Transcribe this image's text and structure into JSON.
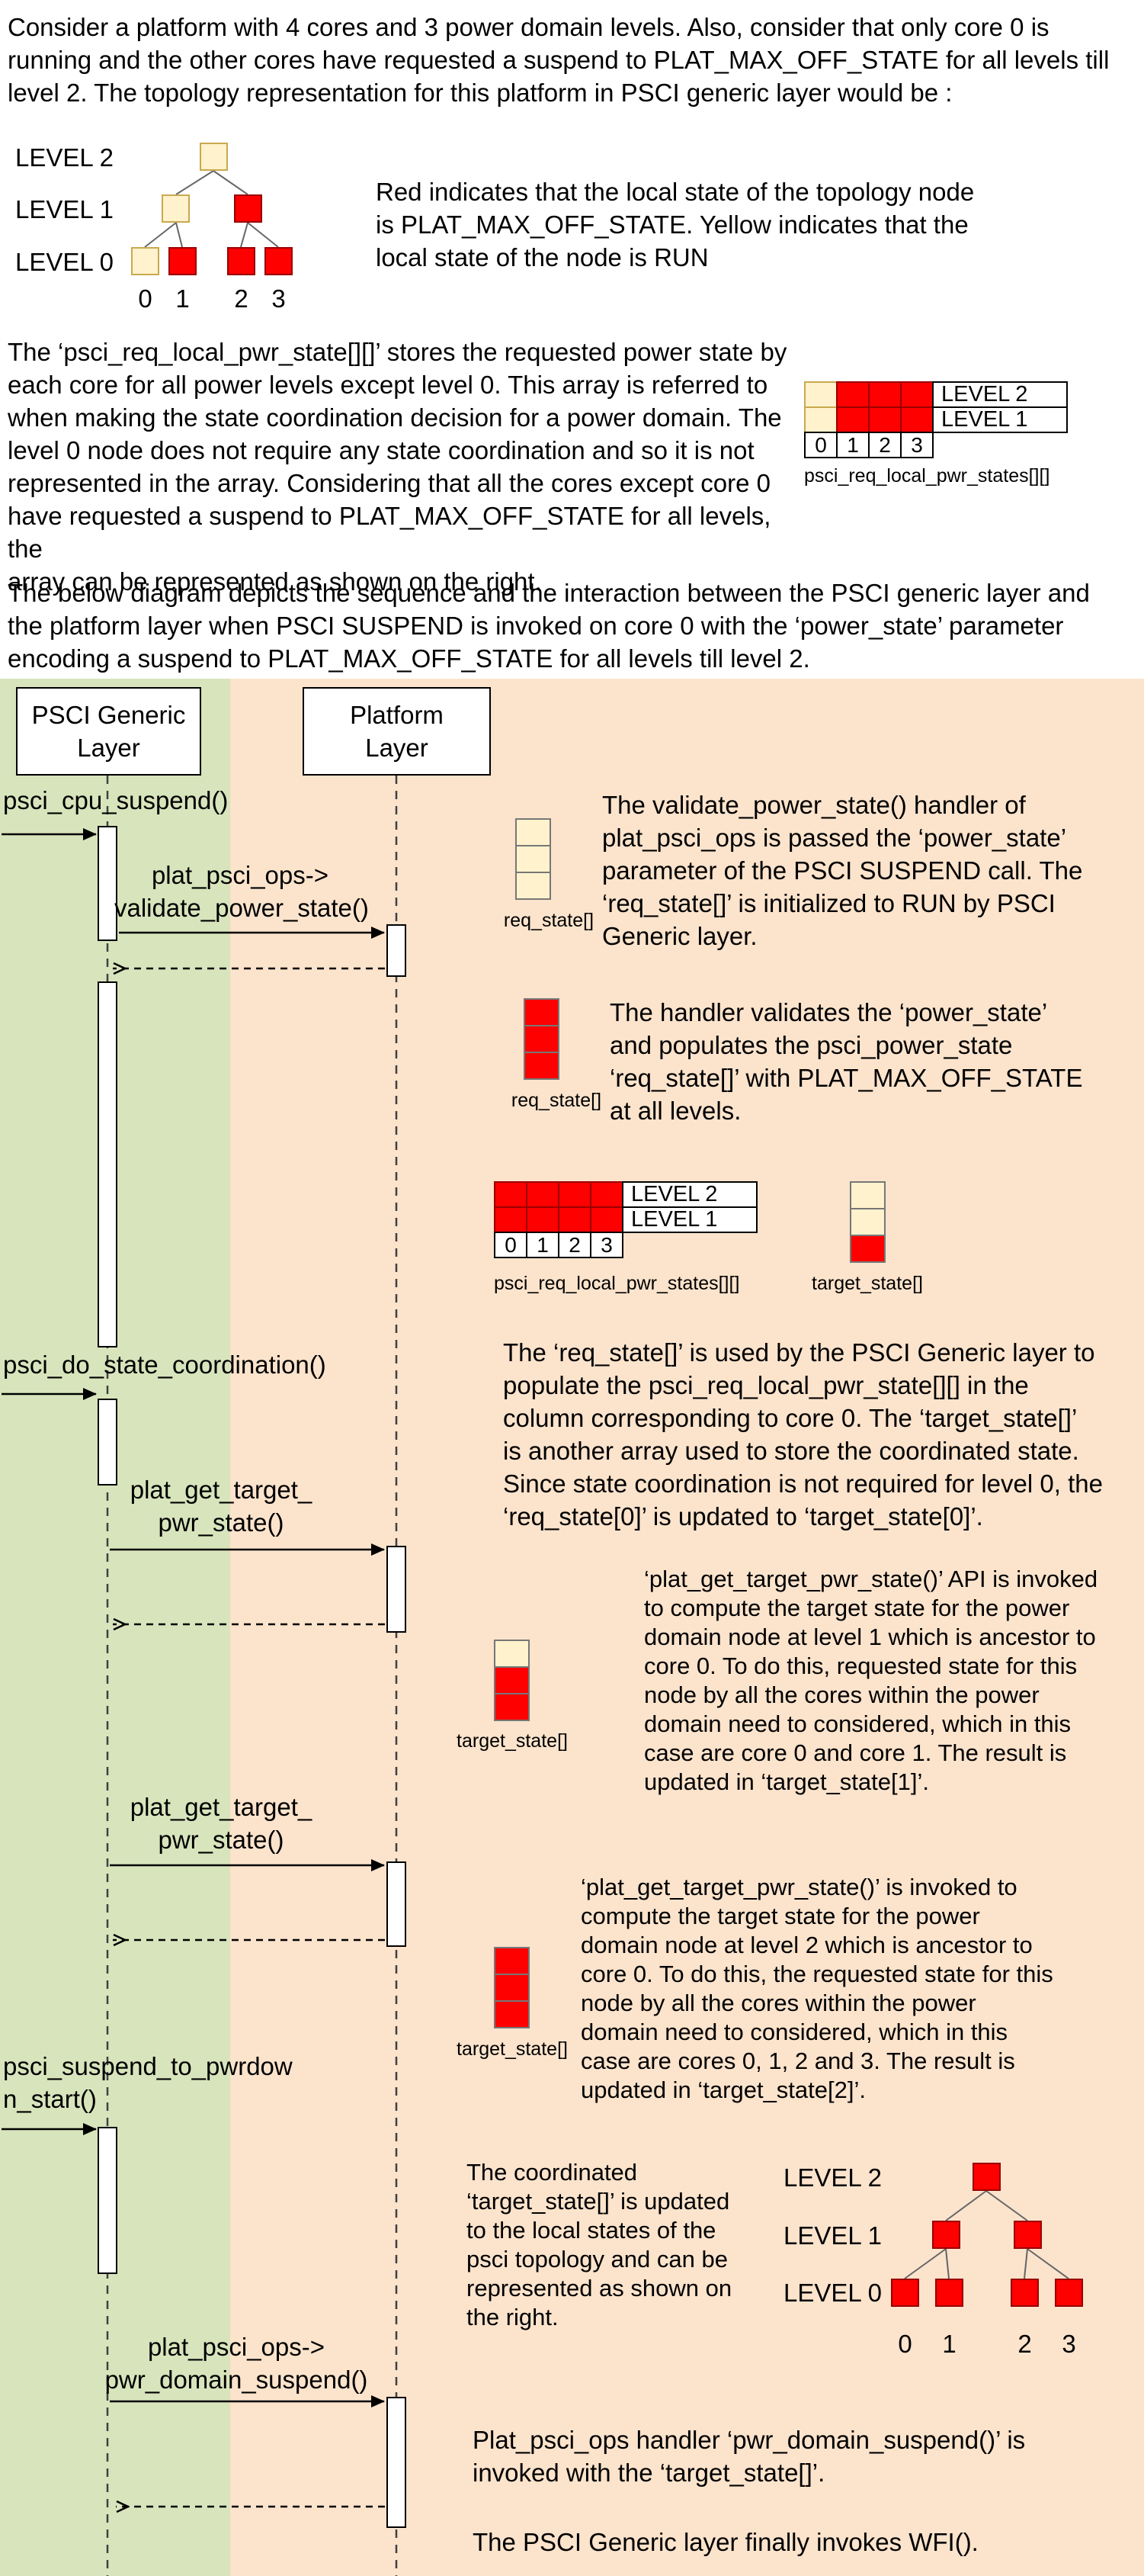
{
  "colors": {
    "run_state": "#FFF2CC",
    "off_state": "#FF0000",
    "psci_lane": "#D8E4BC",
    "platform_lane": "#FBE3CC"
  },
  "intro": {
    "p1": "Consider a platform with 4 cores and 3 power domain levels. Also, consider that only core 0 is\nrunning and the other cores have requested a suspend to PLAT_MAX_OFF_STATE for all levels till\nlevel 2. The topology representation for this platform in PSCI generic layer would be :",
    "legend": "Red indicates that the local state of the topology node\nis PLAT_MAX_OFF_STATE. Yellow indicates that the\nlocal state of the node is RUN",
    "p2": "The ‘psci_req_local_pwr_state[][]’ stores the requested power state by\neach core for all power levels except level 0. This array is referred to\nwhen making the state coordination decision for a power domain. The\nlevel 0 node does not require any state coordination and so it is not\nrepresented in the array. Considering that all the cores except core 0\nhave requested a suspend to PLAT_MAX_OFF_STATE for all levels, the\narray can be represented as shown on the right.",
    "p3": "The below diagram depicts the sequence and the interaction between the PSCI generic layer and\nthe platform layer when PSCI SUSPEND is invoked on core 0 with the ‘power_state’ parameter\nencoding a suspend to PLAT_MAX_OFF_STATE for all levels till level 2."
  },
  "tree_top": {
    "level_labels": [
      "LEVEL 2",
      "LEVEL 1",
      "LEVEL 0"
    ],
    "cores": [
      "0",
      "1",
      "2",
      "3"
    ],
    "level2": [
      "run"
    ],
    "level1": [
      "run",
      "off"
    ],
    "level0": [
      "run",
      "off",
      "off",
      "off"
    ]
  },
  "req_grid_top": {
    "row_labels": [
      "LEVEL 2",
      "LEVEL 1"
    ],
    "rows": {
      "level2": [
        "run",
        "off",
        "off",
        "off"
      ],
      "level1": [
        "run",
        "off",
        "off",
        "off"
      ]
    },
    "cores": [
      "0",
      "1",
      "2",
      "3"
    ],
    "caption": "psci_req_local_pwr_states[][]"
  },
  "sequence": {
    "psci_header": "PSCI Generic\nLayer",
    "platform_header": "Platform\nLayer",
    "msg_psci_cpu_suspend": "psci_cpu_suspend()",
    "msg_validate_power_state": "plat_psci_ops->\nvalidate_power_state()",
    "msg_do_state_coordination": "psci_do_state_coordination()",
    "msg_get_target_pwr_state_1": "plat_get_target_\npwr_state()",
    "msg_get_target_pwr_state_2": "plat_get_target_\npwr_state()",
    "msg_suspend_to_pwrdown_start": "psci_suspend_to_pwrdow\nn_start()",
    "msg_pwr_domain_suspend": "plat_psci_ops->\npwr_domain_suspend()",
    "req_state_run": {
      "caption": "req_state[]",
      "cells": [
        "run",
        "run",
        "run"
      ]
    },
    "req_state_off": {
      "caption": "req_state[]",
      "cells": [
        "off",
        "off",
        "off"
      ]
    },
    "req_grid": {
      "row_labels": [
        "LEVEL 2",
        "LEVEL 1"
      ],
      "rows": {
        "level2": [
          "off",
          "off",
          "off",
          "off"
        ],
        "level1": [
          "off",
          "off",
          "off",
          "off"
        ]
      },
      "cores": [
        "0",
        "1",
        "2",
        "3"
      ],
      "caption": "psci_req_local_pwr_states[][]"
    },
    "target_state_initial": {
      "caption": "target_state[]",
      "cells": [
        "run",
        "run",
        "off"
      ]
    },
    "target_state_level1": {
      "caption": "target_state[]",
      "cells": [
        "run",
        "off",
        "off"
      ]
    },
    "target_state_level2": {
      "caption": "target_state[]",
      "cells": [
        "off",
        "off",
        "off"
      ]
    },
    "note_validate": "The validate_power_state() handler of\nplat_psci_ops is passed the ‘power_state’\nparameter of the PSCI SUSPEND call. The\n‘req_state[]’ is initialized to RUN by PSCI\nGeneric layer.",
    "note_populate": "The handler validates the ‘power_state’\nand populates the psci_power_state\n‘req_state[]’ with PLAT_MAX_OFF_STATE\nat all levels.",
    "note_coordination": "The ‘req_state[]’ is used by the PSCI Generic layer to\npopulate the psci_req_local_pwr_state[][] in the\ncolumn corresponding to core 0. The ‘target_state[]’\nis another array used to store the coordinated state.\nSince state coordination is not required for level 0, the\n‘req_state[0]’ is updated to ‘target_state[0]’.",
    "note_target1": "‘plat_get_target_pwr_state()’ API is invoked\nto compute the target state for the power\ndomain node at level 1 which is ancestor to\ncore 0. To do this, requested state for this\nnode by all the cores within the power\ndomain need to considered, which in this\ncase are core 0 and core 1. The result is\nupdated in ‘target_state[1]’.",
    "note_target2": "‘plat_get_target_pwr_state()’ is invoked to\ncompute the target state for the power\ndomain node at level 2 which is ancestor to\ncore 0. To do this, the requested state for this\nnode by all the cores within the power\ndomain need to considered, which in this\ncase are cores 0, 1, 2 and 3. The result is\nupdated in ‘target_state[2]’.",
    "note_coordinated": "The coordinated\n‘target_state[]’ is updated\nto the local states of the\npsci topology and can be\nrepresented as shown on\nthe right.",
    "note_pwr_domain": "Plat_psci_ops handler ‘pwr_domain_suspend()’ is\ninvoked with the ‘target_state[]’.",
    "note_wfi": "The PSCI Generic layer finally invokes WFI().",
    "tree_bottom": {
      "level_labels": [
        "LEVEL 2",
        "LEVEL 1",
        "LEVEL 0"
      ],
      "cores": [
        "0",
        "1",
        "2",
        "3"
      ],
      "level2": [
        "off"
      ],
      "level1": [
        "off",
        "off"
      ],
      "level0": [
        "off",
        "off",
        "off",
        "off"
      ]
    }
  }
}
